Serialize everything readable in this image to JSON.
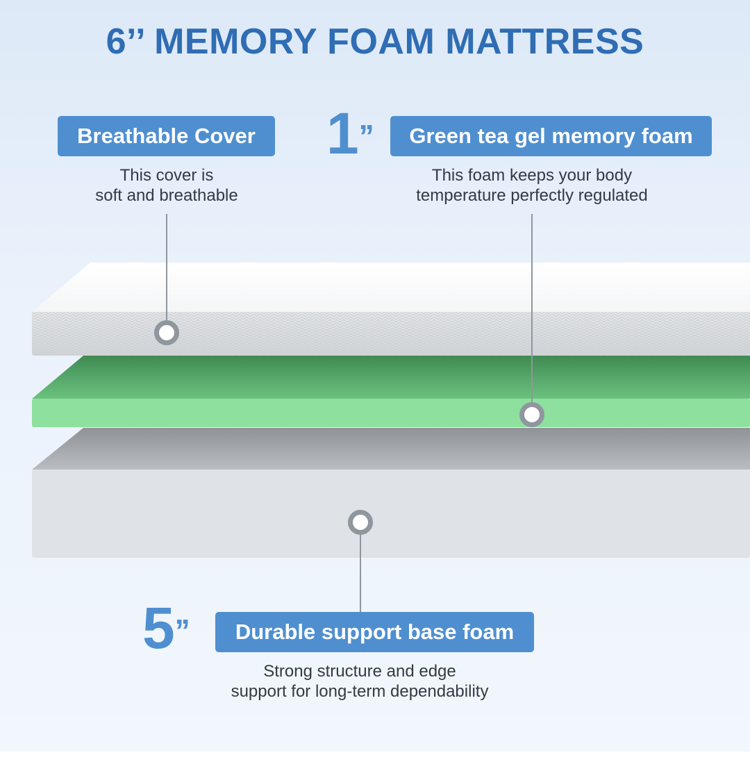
{
  "title": "6’’ MEMORY FOAM MATTRESS",
  "layers": {
    "cover": {
      "label": "Breathable Cover",
      "desc": [
        "This cover is",
        "soft and breathable"
      ]
    },
    "gel": {
      "thickness": "1",
      "thickness_mark": "’’",
      "label": "Green tea gel memory foam",
      "desc": [
        "This foam keeps your body",
        "temperature perfectly regulated"
      ]
    },
    "base": {
      "thickness": "5",
      "thickness_mark": "’’",
      "label": "Durable support base foam",
      "desc": [
        "Strong structure and edge",
        "support for long-term dependability"
      ]
    }
  },
  "colors": {
    "accent": "#4f8fd0",
    "title": "#2f6db4",
    "gel_green": "#8de09d",
    "base_gray": "#dfe2e6"
  }
}
